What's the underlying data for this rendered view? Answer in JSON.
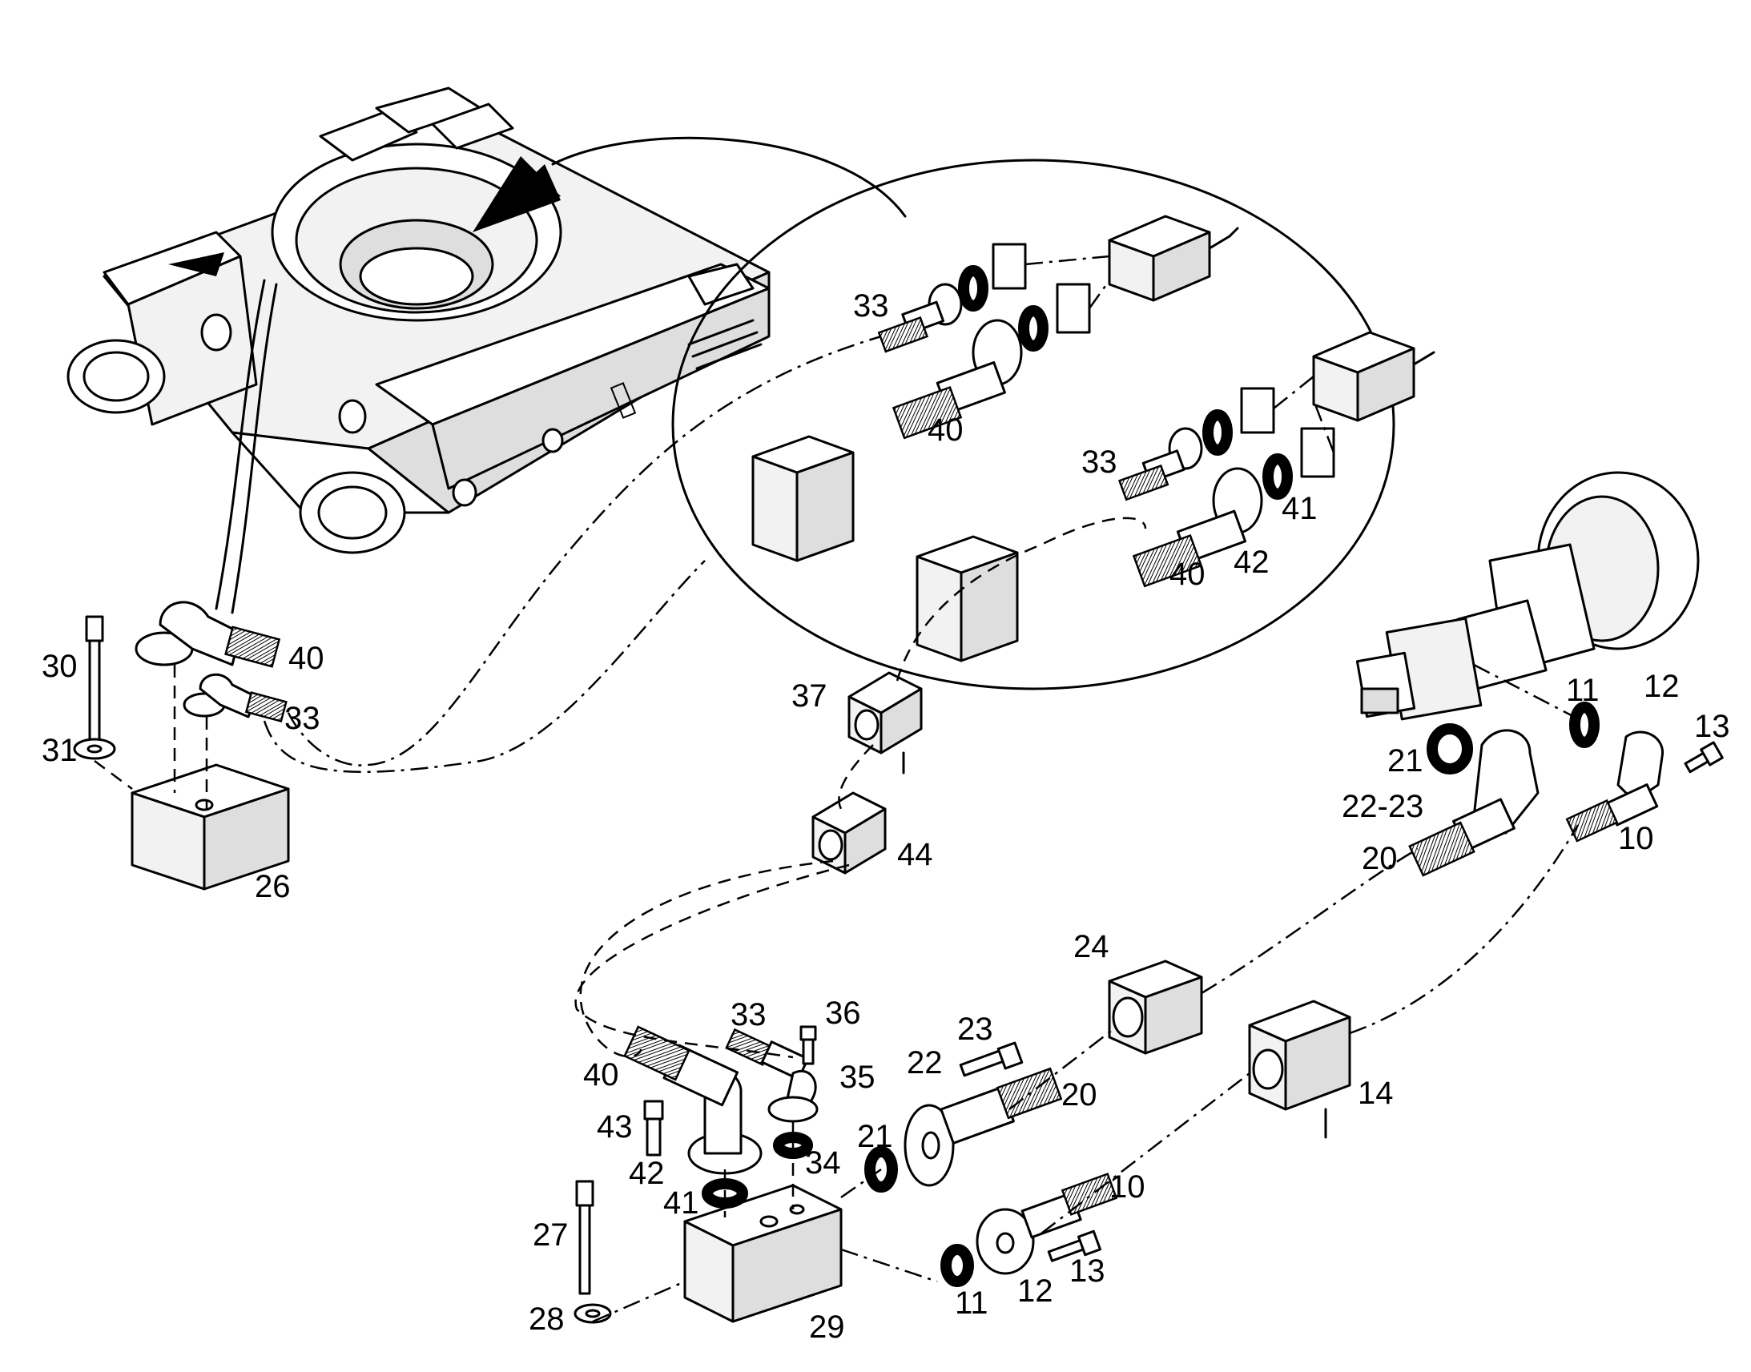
{
  "labels": {
    "l10a": "10",
    "l10b": "10",
    "l11a": "11",
    "l11b": "11",
    "l12a": "12",
    "l12b": "12",
    "l13a": "13",
    "l13b": "13",
    "l14": "14",
    "l20a": "20",
    "l20b": "20",
    "l21a": "21",
    "l21b": "21",
    "l22": "22",
    "l22_23": "22-23",
    "l23": "23",
    "l24": "24",
    "l26": "26",
    "l27": "27",
    "l28": "28",
    "l29": "29",
    "l30": "30",
    "l31": "31",
    "l33a": "33",
    "l33b": "33",
    "l33c": "33",
    "l33d": "33",
    "l34": "34",
    "l35": "35",
    "l36": "36",
    "l37": "37",
    "l40a": "40",
    "l40b": "40",
    "l40c": "40",
    "l40d": "40",
    "l41a": "41",
    "l41b": "41",
    "l42a": "42",
    "l42b": "42",
    "l43": "43",
    "l44": "44"
  },
  "colors": {
    "ink": "#000000",
    "paper": "#ffffff",
    "shade": "#dedede"
  },
  "icons": {
    "arrow_large": "triangle-arrow-icon",
    "arrow_small": "triangle-arrow-icon"
  }
}
